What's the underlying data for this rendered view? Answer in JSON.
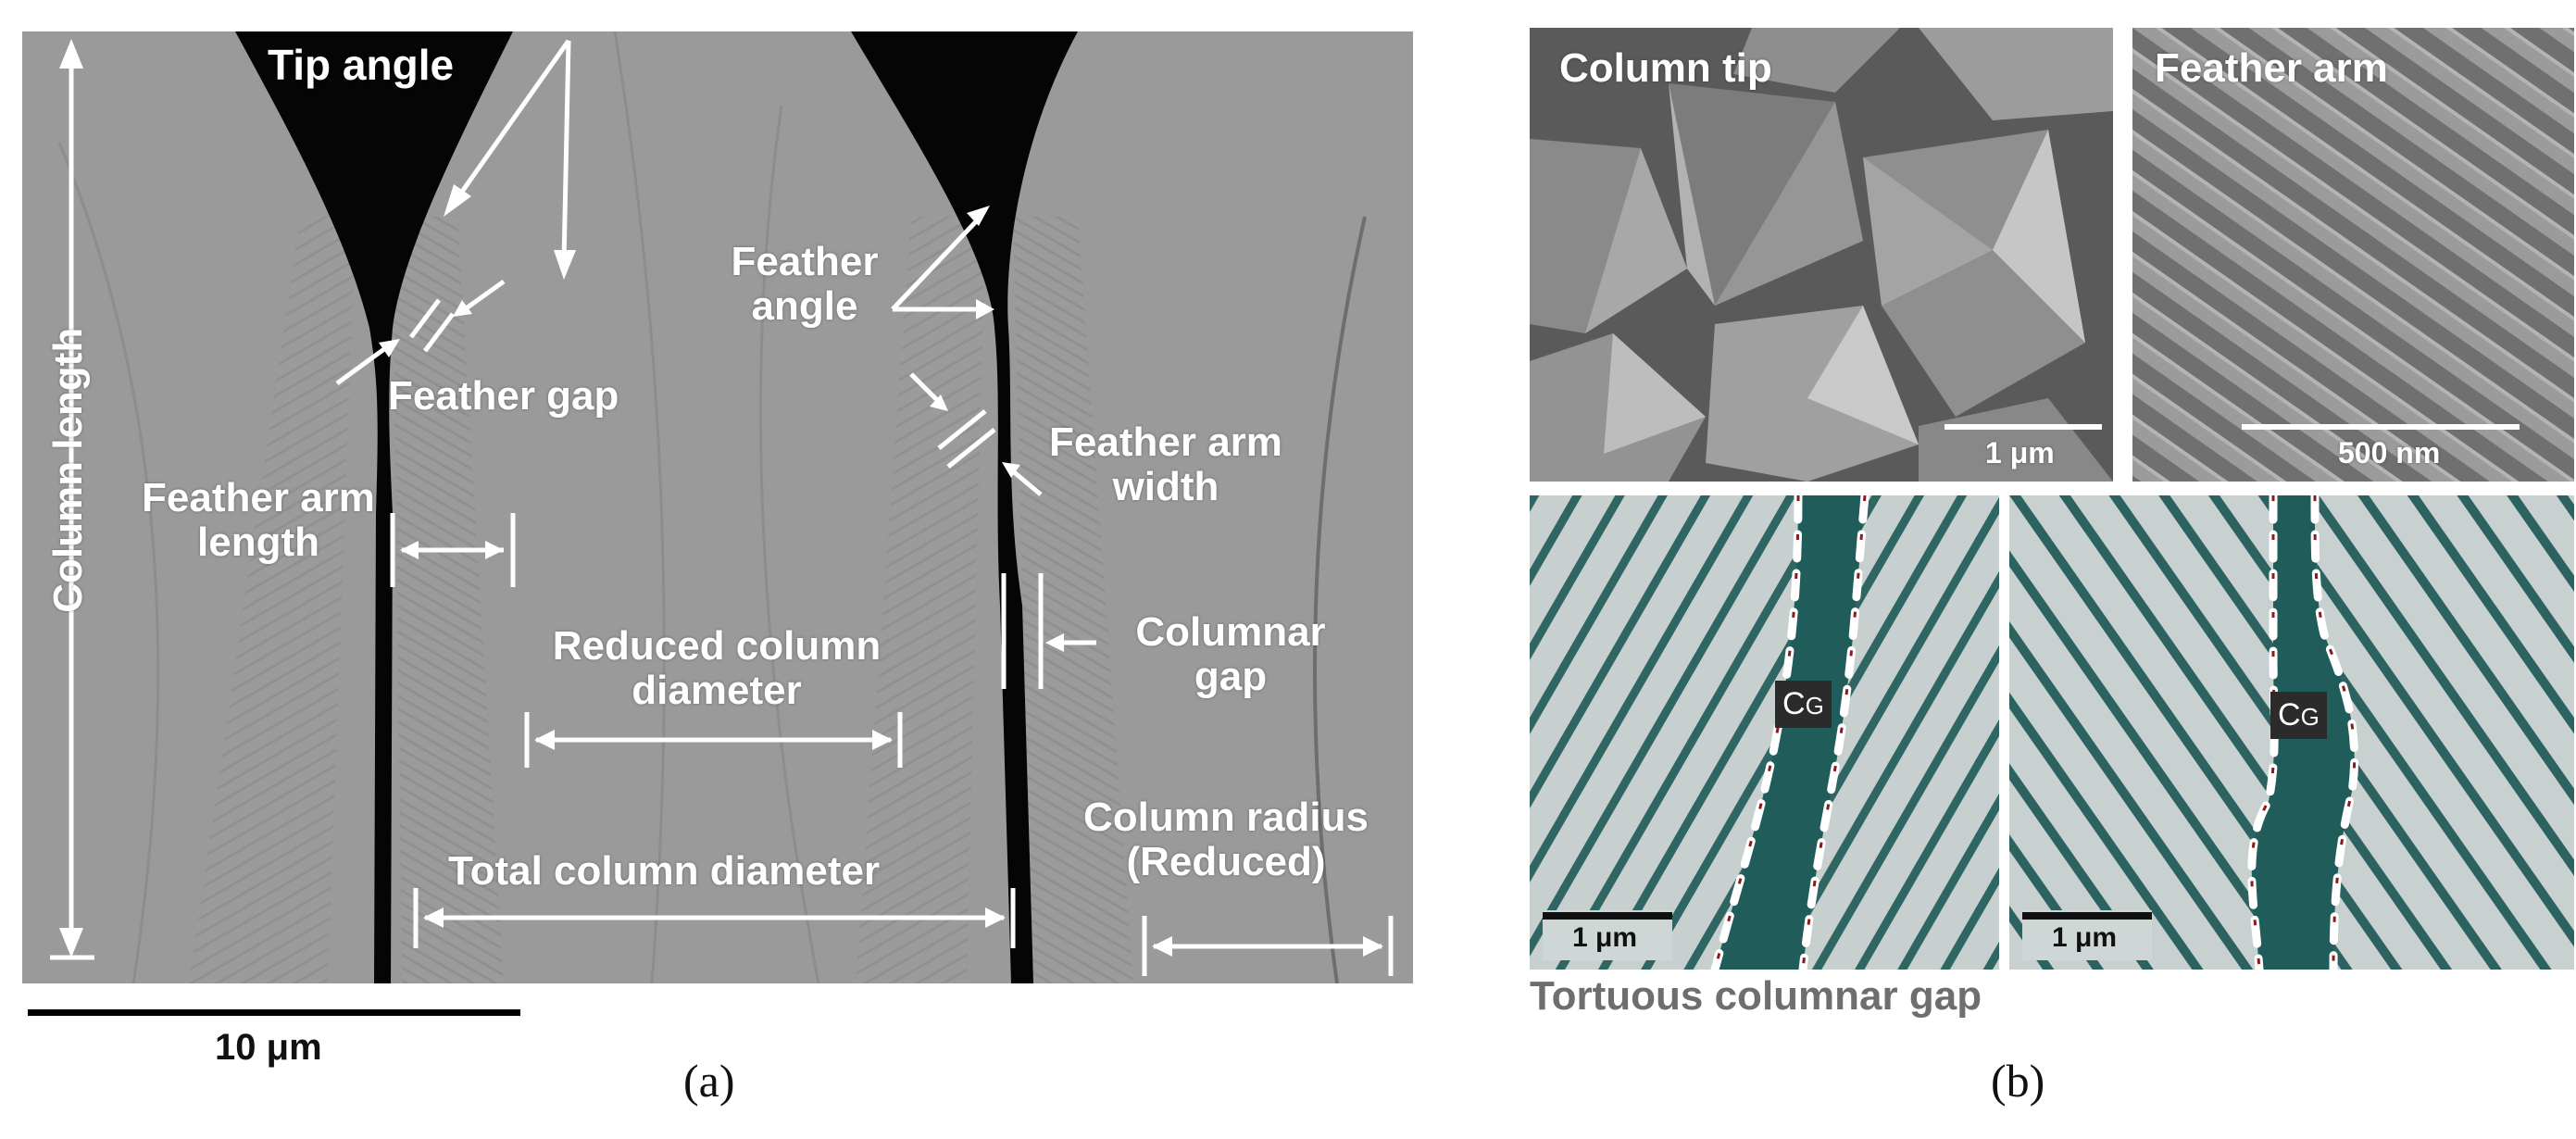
{
  "figure_a": {
    "labels": {
      "tip_angle": "Tip angle",
      "column_length": "Column length",
      "feather_angle": "Feather angle",
      "feather_gap": "Feather gap",
      "feather_arm_width": "Feather arm width",
      "feather_arm_length": "Feather arm length",
      "reduced_column_diameter": "Reduced column diameter",
      "columnar_gap": "Columnar gap",
      "total_column_diameter": "Total column diameter",
      "column_radius_reduced": "Column radius (Reduced)"
    },
    "scale_bar": "10 μm",
    "caption": "(a)"
  },
  "figure_b": {
    "column_tip": {
      "title": "Column tip",
      "scale": "1 μm"
    },
    "feather_arm": {
      "title": "Feather arm",
      "scale": "500 nm"
    },
    "gap_left": {
      "scale": "1 μm",
      "tag": "C",
      "tag_sub": "G"
    },
    "gap_right": {
      "scale": "1 μm",
      "tag": "C",
      "tag_sub": "G"
    },
    "tortuous_label": "Tortuous columnar gap",
    "caption": "(b)"
  },
  "colors": {
    "micrograph_gray": "#9a9a9a",
    "void": "#050505",
    "teal": "#1f5c5a",
    "dash_red": "#8b1a1a"
  }
}
